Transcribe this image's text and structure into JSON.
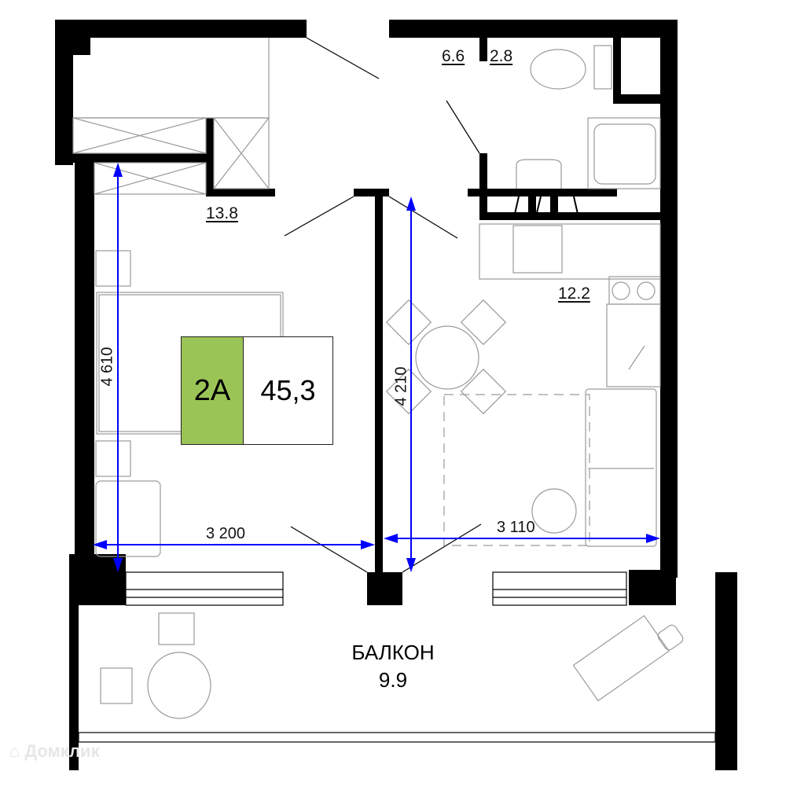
{
  "plan": {
    "unit_code": "2A",
    "total_area": "45,3",
    "colors": {
      "badge_accent": "#9bc457",
      "walls": "#000000",
      "dimension_lines": "#0000ff",
      "furniture": "#9a9a9a"
    }
  },
  "rooms": {
    "bedroom": {
      "area": "13.8"
    },
    "hall": {
      "area": "6.6"
    },
    "bathroom": {
      "area": "2.8"
    },
    "kitchen_living": {
      "area": "12.2"
    },
    "balcony": {
      "name": "БАЛКОН",
      "area": "9.9"
    }
  },
  "dimensions": {
    "bedroom_height": "4 610",
    "bedroom_width": "3 200",
    "kitchen_height": "4 210",
    "kitchen_width": "3 110"
  },
  "watermark": {
    "text": "Домклик",
    "icon": "house-logo-icon"
  }
}
